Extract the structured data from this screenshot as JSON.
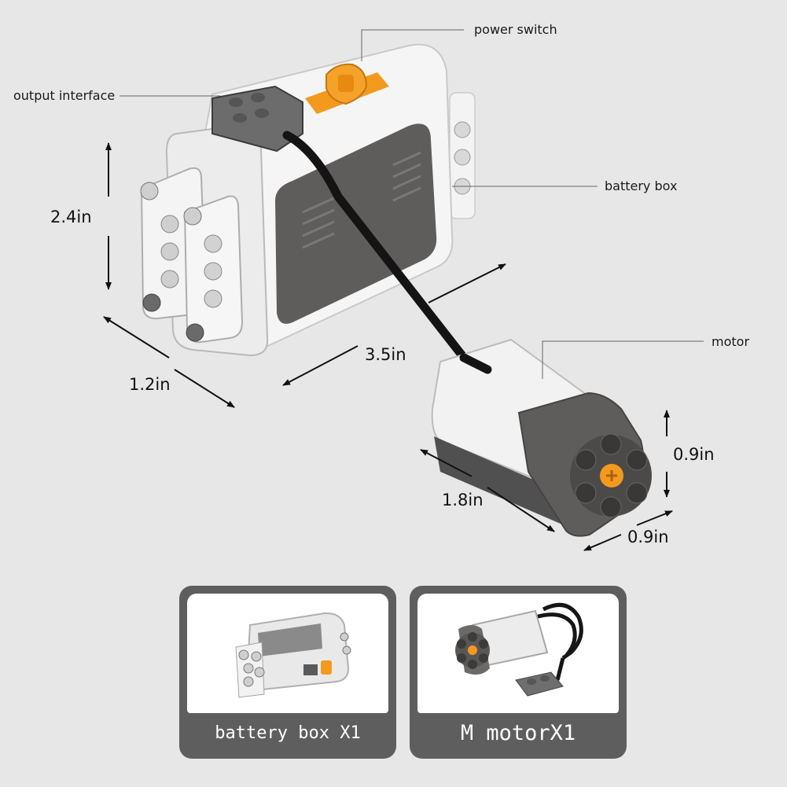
{
  "callouts": {
    "power_switch": "power switch",
    "output_interface": "output interface",
    "battery_box": "battery box",
    "motor": "motor"
  },
  "dimensions": {
    "battery_height": "2.4in",
    "battery_depth": "1.2in",
    "battery_length": "3.5in",
    "motor_height": "0.9in",
    "motor_length": "1.8in",
    "motor_width": "0.9in"
  },
  "cards": {
    "battery_label": "battery box X1",
    "motor_label": "M motorX1"
  },
  "colors": {
    "background": "#e7e7e7",
    "white_plastic": "#f4f4f4",
    "dark_gray_plastic": "#5f5d5c",
    "orange_switch": "#f39a1e",
    "cable": "#141414",
    "card_frame": "#5e5e5e"
  }
}
